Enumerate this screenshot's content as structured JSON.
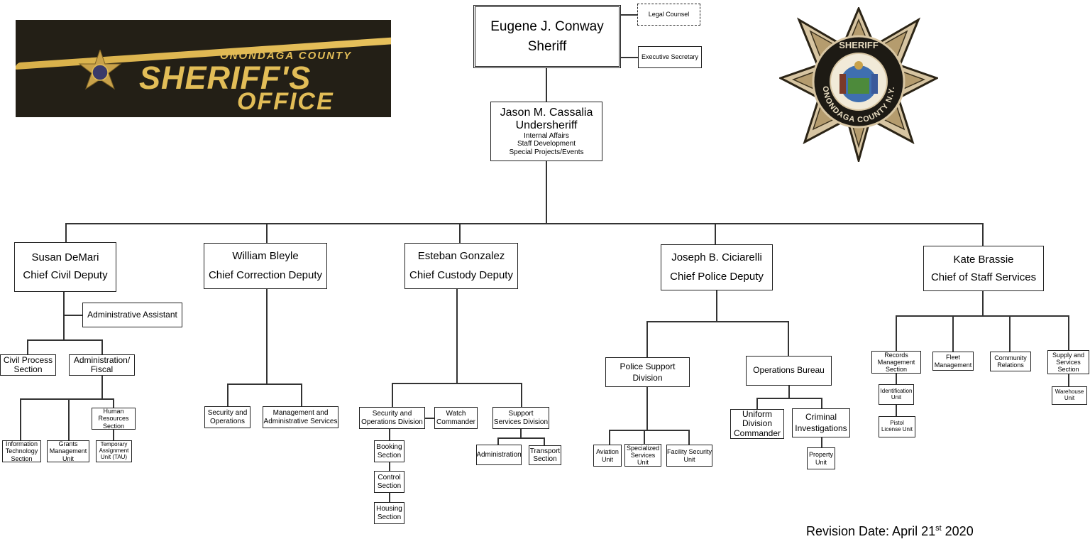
{
  "logo": {
    "county_text": "ONONDAGA COUNTY",
    "sheriffs_text": "SHERIFF'S",
    "office_text": "OFFICE",
    "badge_top_text": "SHERIFF",
    "badge_ring_text": "ONONDAGA COUNTY N.Y."
  },
  "colors": {
    "banner_bg": "#231f16",
    "banner_gold": "#e2bd57",
    "line": "#333333"
  },
  "sheriff": {
    "name": "Eugene J. Conway",
    "title": "Sheriff"
  },
  "staff": {
    "legal": "Legal Counsel",
    "secretary": "Executive Secretary"
  },
  "undersheriff": {
    "name": "Jason M. Cassalia",
    "title": "Undersheriff",
    "duties": [
      "Internal Affairs",
      "Staff Development",
      "Special Projects/Events"
    ]
  },
  "civil": {
    "name": "Susan DeMari",
    "title": "Chief Civil Deputy",
    "assistant": "Administrative Assistant",
    "process": [
      "Civil Process",
      "Section"
    ],
    "admin": [
      "Administration/",
      "Fiscal"
    ],
    "it": [
      "Information",
      "Technology",
      "Section"
    ],
    "grants": [
      "Grants",
      "Management",
      "Unit"
    ],
    "hr": [
      "Human",
      "Resources",
      "Section"
    ],
    "tau": [
      "Temporary",
      "Assignment",
      "Unit (TAU)"
    ]
  },
  "correction": {
    "name": "William Bleyle",
    "title": "Chief Correction Deputy",
    "security": [
      "Security and",
      "Operations"
    ],
    "management": [
      "Management and",
      "Administrative Services"
    ]
  },
  "custody": {
    "name": "Esteban Gonzalez",
    "title": "Chief Custody Deputy",
    "security_div": [
      "Security and",
      "Operations Division"
    ],
    "watch": [
      "Watch",
      "Commander"
    ],
    "support_div": [
      "Support",
      "Services Division"
    ],
    "booking": [
      "Booking",
      "Section"
    ],
    "control": [
      "Control",
      "Section"
    ],
    "housing": [
      "Housing",
      "Section"
    ],
    "administration": "Administration",
    "transport": [
      "Transport",
      "Section"
    ]
  },
  "police": {
    "name": "Joseph B. Ciciarelli",
    "title": "Chief Police Deputy",
    "support_div": [
      "Police Support",
      "Division"
    ],
    "ops_bureau": "Operations Bureau",
    "aviation": [
      "Aviation",
      "Unit"
    ],
    "specialized": [
      "Specialized",
      "Services",
      "Unit"
    ],
    "facility": [
      "Facility Security",
      "Unit"
    ],
    "uniform": [
      "Uniform",
      "Division",
      "Commander"
    ],
    "criminal": [
      "Criminal",
      "Investigations"
    ],
    "property": [
      "Property",
      "Unit"
    ]
  },
  "staff_services": {
    "name": "Kate Brassie",
    "title": "Chief of Staff Services",
    "records": [
      "Records",
      "Management",
      "Section"
    ],
    "fleet": [
      "Fleet",
      "Management"
    ],
    "community": [
      "Community",
      "Relations"
    ],
    "supply": [
      "Supply and",
      "Services",
      "Section"
    ],
    "identification": [
      "Identification",
      "Unit"
    ],
    "pistol": [
      "Pistol",
      "License Unit"
    ],
    "warehouse": [
      "Warehouse",
      "Unit"
    ]
  },
  "revision": {
    "label": "Revision Date: April 21",
    "suffix": "st",
    "year": " 2020"
  }
}
